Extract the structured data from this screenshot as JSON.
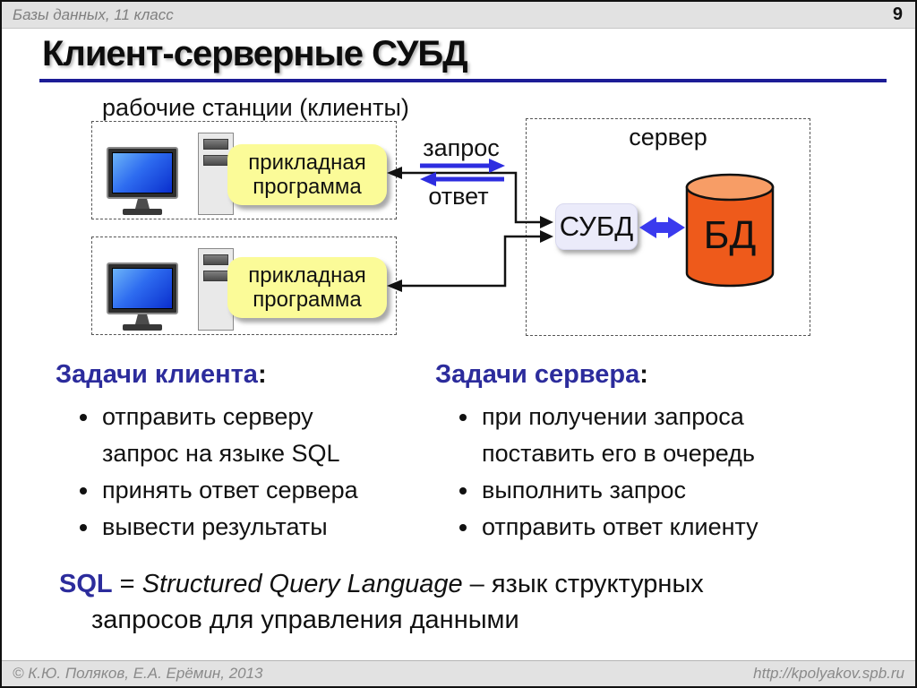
{
  "topbar": {
    "course": "Базы данных, 11 класс",
    "page": "9"
  },
  "title": "Клиент-серверные СУБД",
  "diagram": {
    "clients_label": "рабочие станции (клиенты)",
    "app_program_1": "прикладная программа",
    "app_program_2": "прикладная программа",
    "request_label": "запрос",
    "response_label": "ответ",
    "server_label": "сервер",
    "dbms_label": "СУБД",
    "db_label": "БД"
  },
  "client_tasks": {
    "heading": "Задачи клиента",
    "colon": ":",
    "items": [
      "отправить серверу запрос на языке SQL",
      "принять ответ сервера",
      "вывести результаты"
    ]
  },
  "server_tasks": {
    "heading": "Задачи сервера",
    "colon": ":",
    "items": [
      "при получении запроса поставить его в очередь",
      "выполнить запрос",
      "отправить ответ клиенту"
    ]
  },
  "sql_note": {
    "term": "SQL",
    "equals": " = ",
    "english": "Structured Query Language",
    "rest": " – язык структурных запросов для управления данными"
  },
  "footer": {
    "copyright": "© К.Ю. Поляков, Е.А. Ерёмин, 2013",
    "url": "http://kpolyakov.spb.ru"
  },
  "colors": {
    "accent_underline": "#1c1c96",
    "heading_blue": "#2c2c9c",
    "arrow_blue": "#2d2de0",
    "cylinder_body": "#ee5a1b",
    "cylinder_top": "#f79d66",
    "app_box_yellow": "#fbfb98",
    "dbms_box_lavender": "#ebebfa"
  }
}
